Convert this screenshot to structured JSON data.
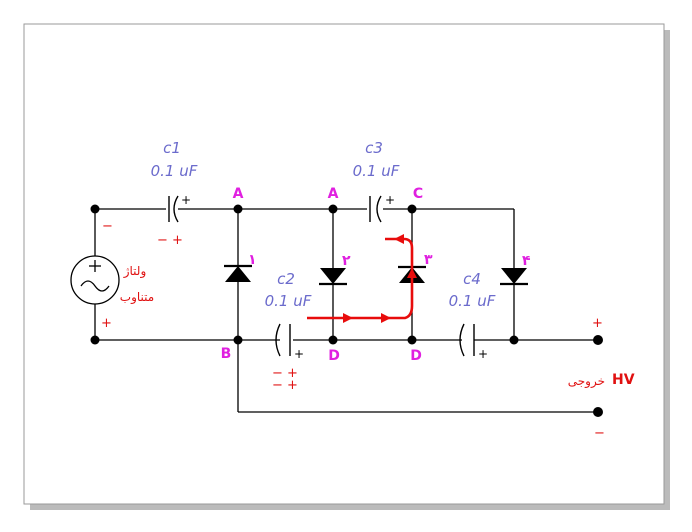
{
  "capacitors": {
    "c1": {
      "name": "c1",
      "value": "0.1 uF"
    },
    "c2": {
      "name": "c2",
      "value": "0.1 uF"
    },
    "c3": {
      "name": "c3",
      "value": "0.1 uF"
    },
    "c4": {
      "name": "c4",
      "value": "0.1 uF"
    }
  },
  "nodes": {
    "A1": "A",
    "A2": "A",
    "B": "B",
    "C": "C",
    "D1": "D",
    "D2": "D"
  },
  "diodes": {
    "d1": "۱",
    "d2": "۲",
    "d3": "۳",
    "d4": "۴"
  },
  "source": {
    "line1": "ولتاژ",
    "line2": "متناوب",
    "minus": "−",
    "plus": "+"
  },
  "polarity": {
    "plus": "+",
    "minus": "−",
    "c1_under": "−  +",
    "c2_under_1": "−  +",
    "c2_under_2": "−  +"
  },
  "output": {
    "label_latin": "HV",
    "label_fa": "خروجی",
    "plus": "+",
    "minus": "−"
  },
  "colors": {
    "cap_label": "#6b6bcc",
    "node_label": "#e020e0",
    "current": "#e80c0c"
  }
}
